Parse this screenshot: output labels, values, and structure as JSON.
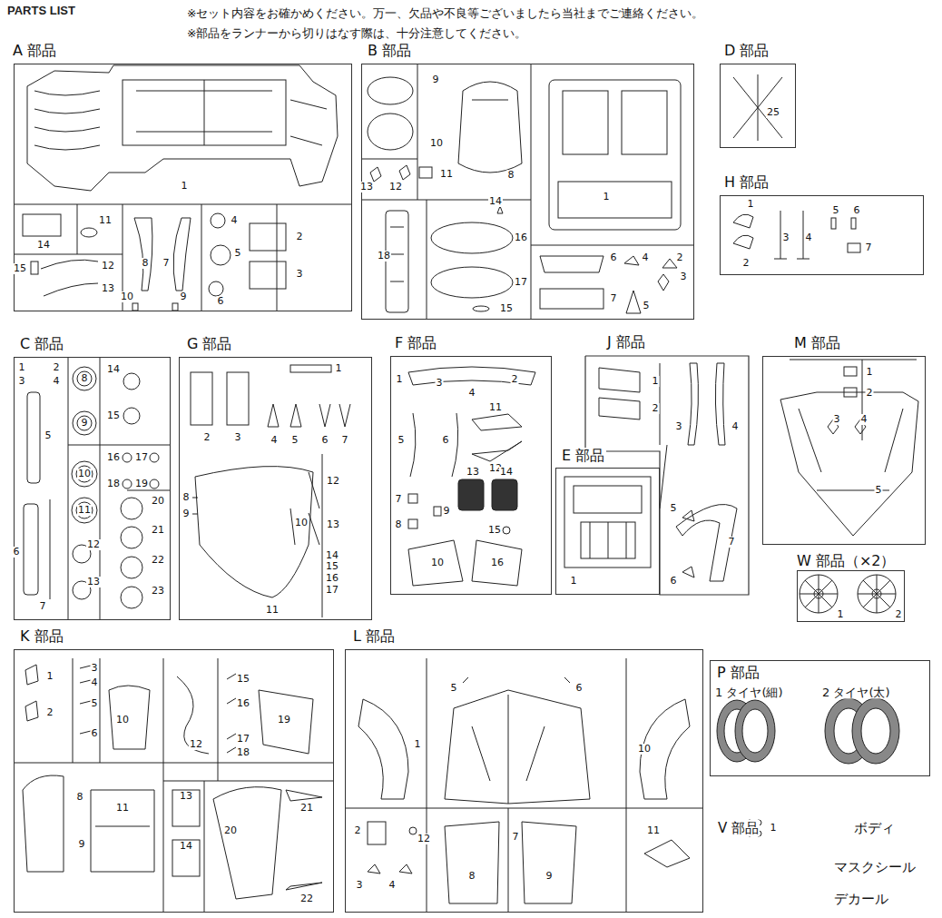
{
  "diagram": {
    "title": "PARTS LIST",
    "nodes": [
      {
        "text": [
          "A 部品"
        ]
      },
      {
        "text": [
          "B 部品"
        ]
      },
      {
        "text": [
          "D 部品"
        ]
      },
      {
        "text": [
          "H 部品"
        ]
      },
      {
        "text": [
          "C 部品"
        ]
      },
      {
        "text": [
          "G 部品"
        ]
      },
      {
        "text": [
          "F 部品"
        ]
      },
      {
        "text": [
          "J 部品"
        ]
      },
      {
        "text": [
          "E 部品"
        ]
      },
      {
        "text": [
          "M 部品"
        ]
      },
      {
        "text": [
          "W 部品（×2）"
        ]
      },
      {
        "text": [
          "K 部品"
        ]
      },
      {
        "text": [
          "L 部品"
        ]
      },
      {
        "text": [
          "P 部品"
        ]
      }
    ],
    "labels": [
      "※セット内容をお確かめください。万一、欠品や不良等ございましたら当社までご連絡ください。",
      "※部品をランナーから切りはなす際は、十分注意してください。",
      "1",
      "14",
      "11",
      "15",
      "12",
      "13",
      "8",
      "7",
      "10",
      "9",
      "4",
      "5",
      "6",
      "2",
      "3",
      "9",
      "10",
      "8",
      "13",
      "12",
      "11",
      "1",
      "14",
      "18",
      "16",
      "17",
      "15",
      "6",
      "4",
      "2",
      "3",
      "7",
      "5",
      "25",
      "1",
      "2",
      "3",
      "4",
      "5",
      "6",
      "7",
      "1",
      "2",
      "3",
      "4",
      "8",
      "14",
      "9",
      "15",
      "5",
      "16",
      "17",
      "10",
      "18",
      "19",
      "20",
      "11",
      "21",
      "6",
      "12",
      "22",
      "7",
      "13",
      "23",
      "1",
      "2",
      "3",
      "4",
      "5",
      "6",
      "7",
      "8",
      "9",
      "10",
      "11",
      "12",
      "13",
      "14",
      "15",
      "16",
      "17",
      "1",
      "3",
      "4",
      "2",
      "5",
      "6",
      "11",
      "12",
      "13",
      "14",
      "7",
      "8",
      "9",
      "15",
      "10",
      "16",
      "1",
      "2",
      "3",
      "4",
      "5",
      "6",
      "7",
      "1",
      "1",
      "2",
      "3",
      "4",
      "5",
      "1",
      "2",
      "1",
      "3",
      "4",
      "2",
      "5",
      "6",
      "10",
      "12",
      "15",
      "16",
      "17",
      "18",
      "19",
      "8",
      "9",
      "11",
      "13",
      "14",
      "20",
      "21",
      "22",
      "5",
      "6",
      "1",
      "10",
      "7",
      "2",
      "12",
      "11",
      "8",
      "9",
      "3",
      "4",
      "1 タイヤ(細)",
      "2 タイヤ(太)",
      "V 部品",
      "1",
      "ボディ",
      "マスクシール",
      "デカール"
    ]
  }
}
